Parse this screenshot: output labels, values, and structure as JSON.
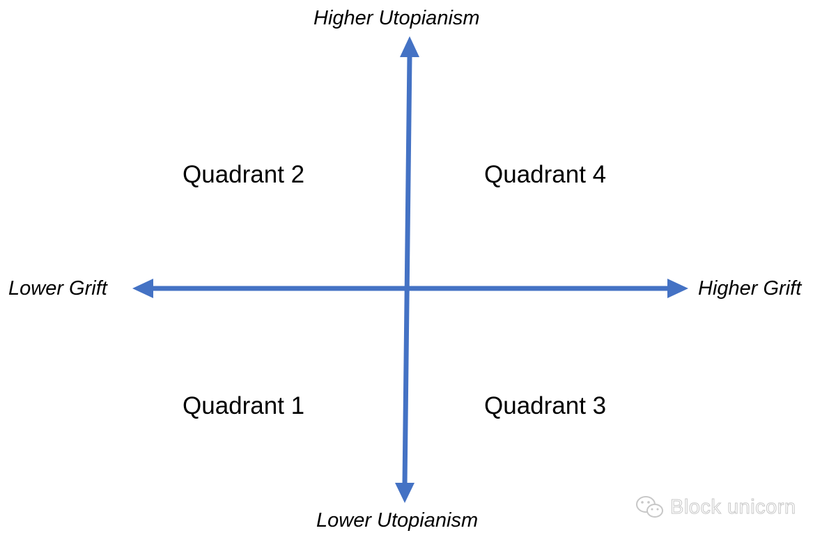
{
  "colors": {
    "axis": "#4472C4",
    "text": "#000000",
    "watermark": "#9a9a9a"
  },
  "axes": {
    "y_top": "Higher Utopianism",
    "y_bottom": "Lower Utopianism",
    "x_left": "Lower Grift",
    "x_right": "Higher Grift"
  },
  "quadrants": {
    "q2": "Quadrant 2",
    "q4": "Quadrant 4",
    "q1": "Quadrant 1",
    "q3": "Quadrant 3"
  },
  "watermark": {
    "icon": "wechat-icon",
    "text": "Block unicorn"
  }
}
